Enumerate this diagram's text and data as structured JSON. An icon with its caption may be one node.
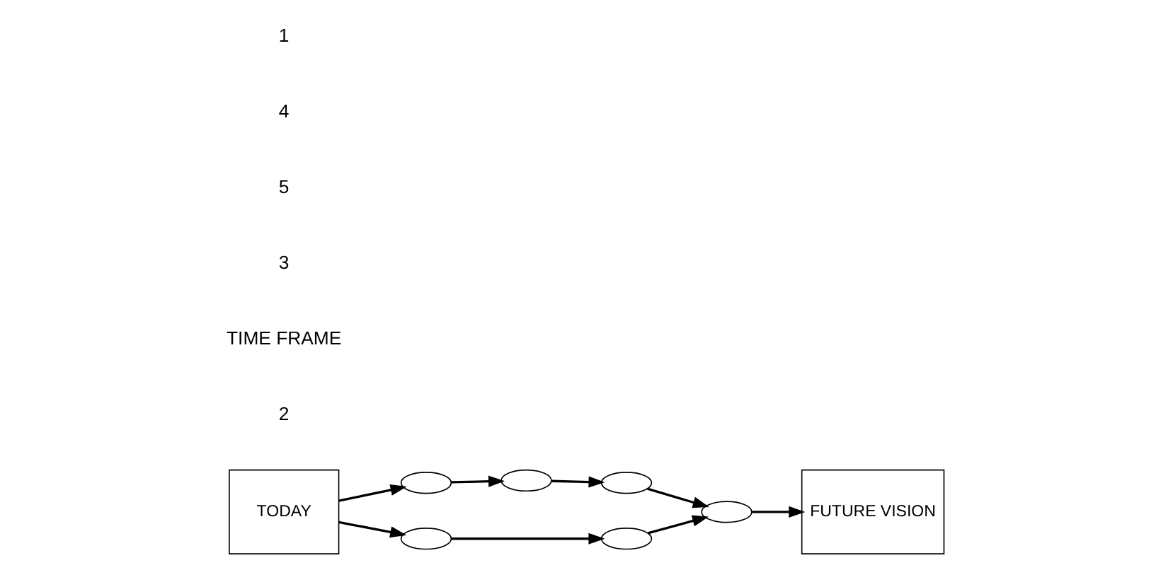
{
  "diagram": {
    "nodes": [
      {
        "text": [
          "TODAY"
        ]
      },
      {
        "text": [
          "FUTURE VISION"
        ]
      },
      {
        "text": [],
        "shape": "ellipse"
      },
      {
        "text": [],
        "shape": "ellipse"
      },
      {
        "text": [],
        "shape": "ellipse"
      },
      {
        "text": [],
        "shape": "ellipse"
      },
      {
        "text": [],
        "shape": "ellipse"
      },
      {
        "text": [],
        "shape": "ellipse"
      }
    ],
    "edges": [
      {
        "from": 0,
        "to": 2,
        "arrow": "to"
      },
      {
        "from": 2,
        "to": 3,
        "arrow": "to"
      },
      {
        "from": 3,
        "to": 4,
        "arrow": "to"
      },
      {
        "from": 4,
        "to": 7,
        "arrow": "to"
      },
      {
        "from": 6,
        "to": 7,
        "arrow": "to"
      },
      {
        "from": 7,
        "to": 1,
        "arrow": "to"
      },
      {
        "from": 0,
        "to": 5,
        "arrow": "to"
      },
      {
        "from": 5,
        "to": 6,
        "arrow": "to"
      }
    ],
    "labels": [
      "2",
      "TIME FRAME",
      "3",
      "5",
      "4",
      "1"
    ]
  }
}
